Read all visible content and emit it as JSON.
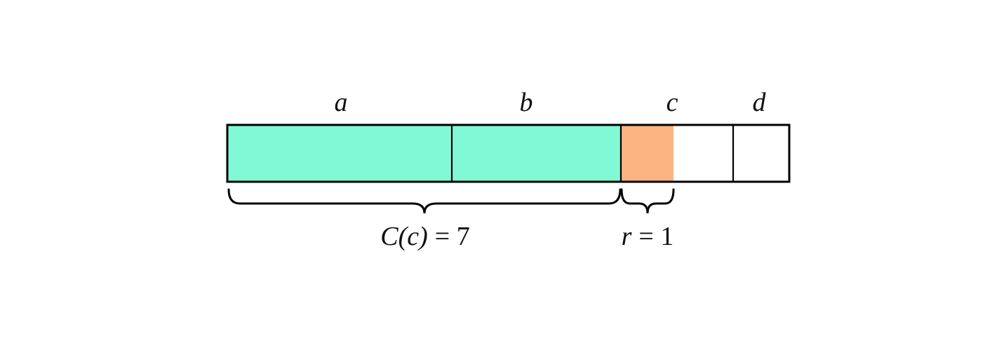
{
  "bar": {
    "segment_labels": [
      "a",
      "b",
      "c",
      "d"
    ],
    "colors": {
      "filled": "#81F8D6",
      "partial": "#FBB481",
      "empty": "#FFFFFF",
      "border": "#000000"
    }
  },
  "annotations": {
    "capacity": {
      "expr": "C(c)",
      "rest": "= 7"
    },
    "remainder": {
      "expr": "r",
      "rest": "= 1"
    }
  }
}
